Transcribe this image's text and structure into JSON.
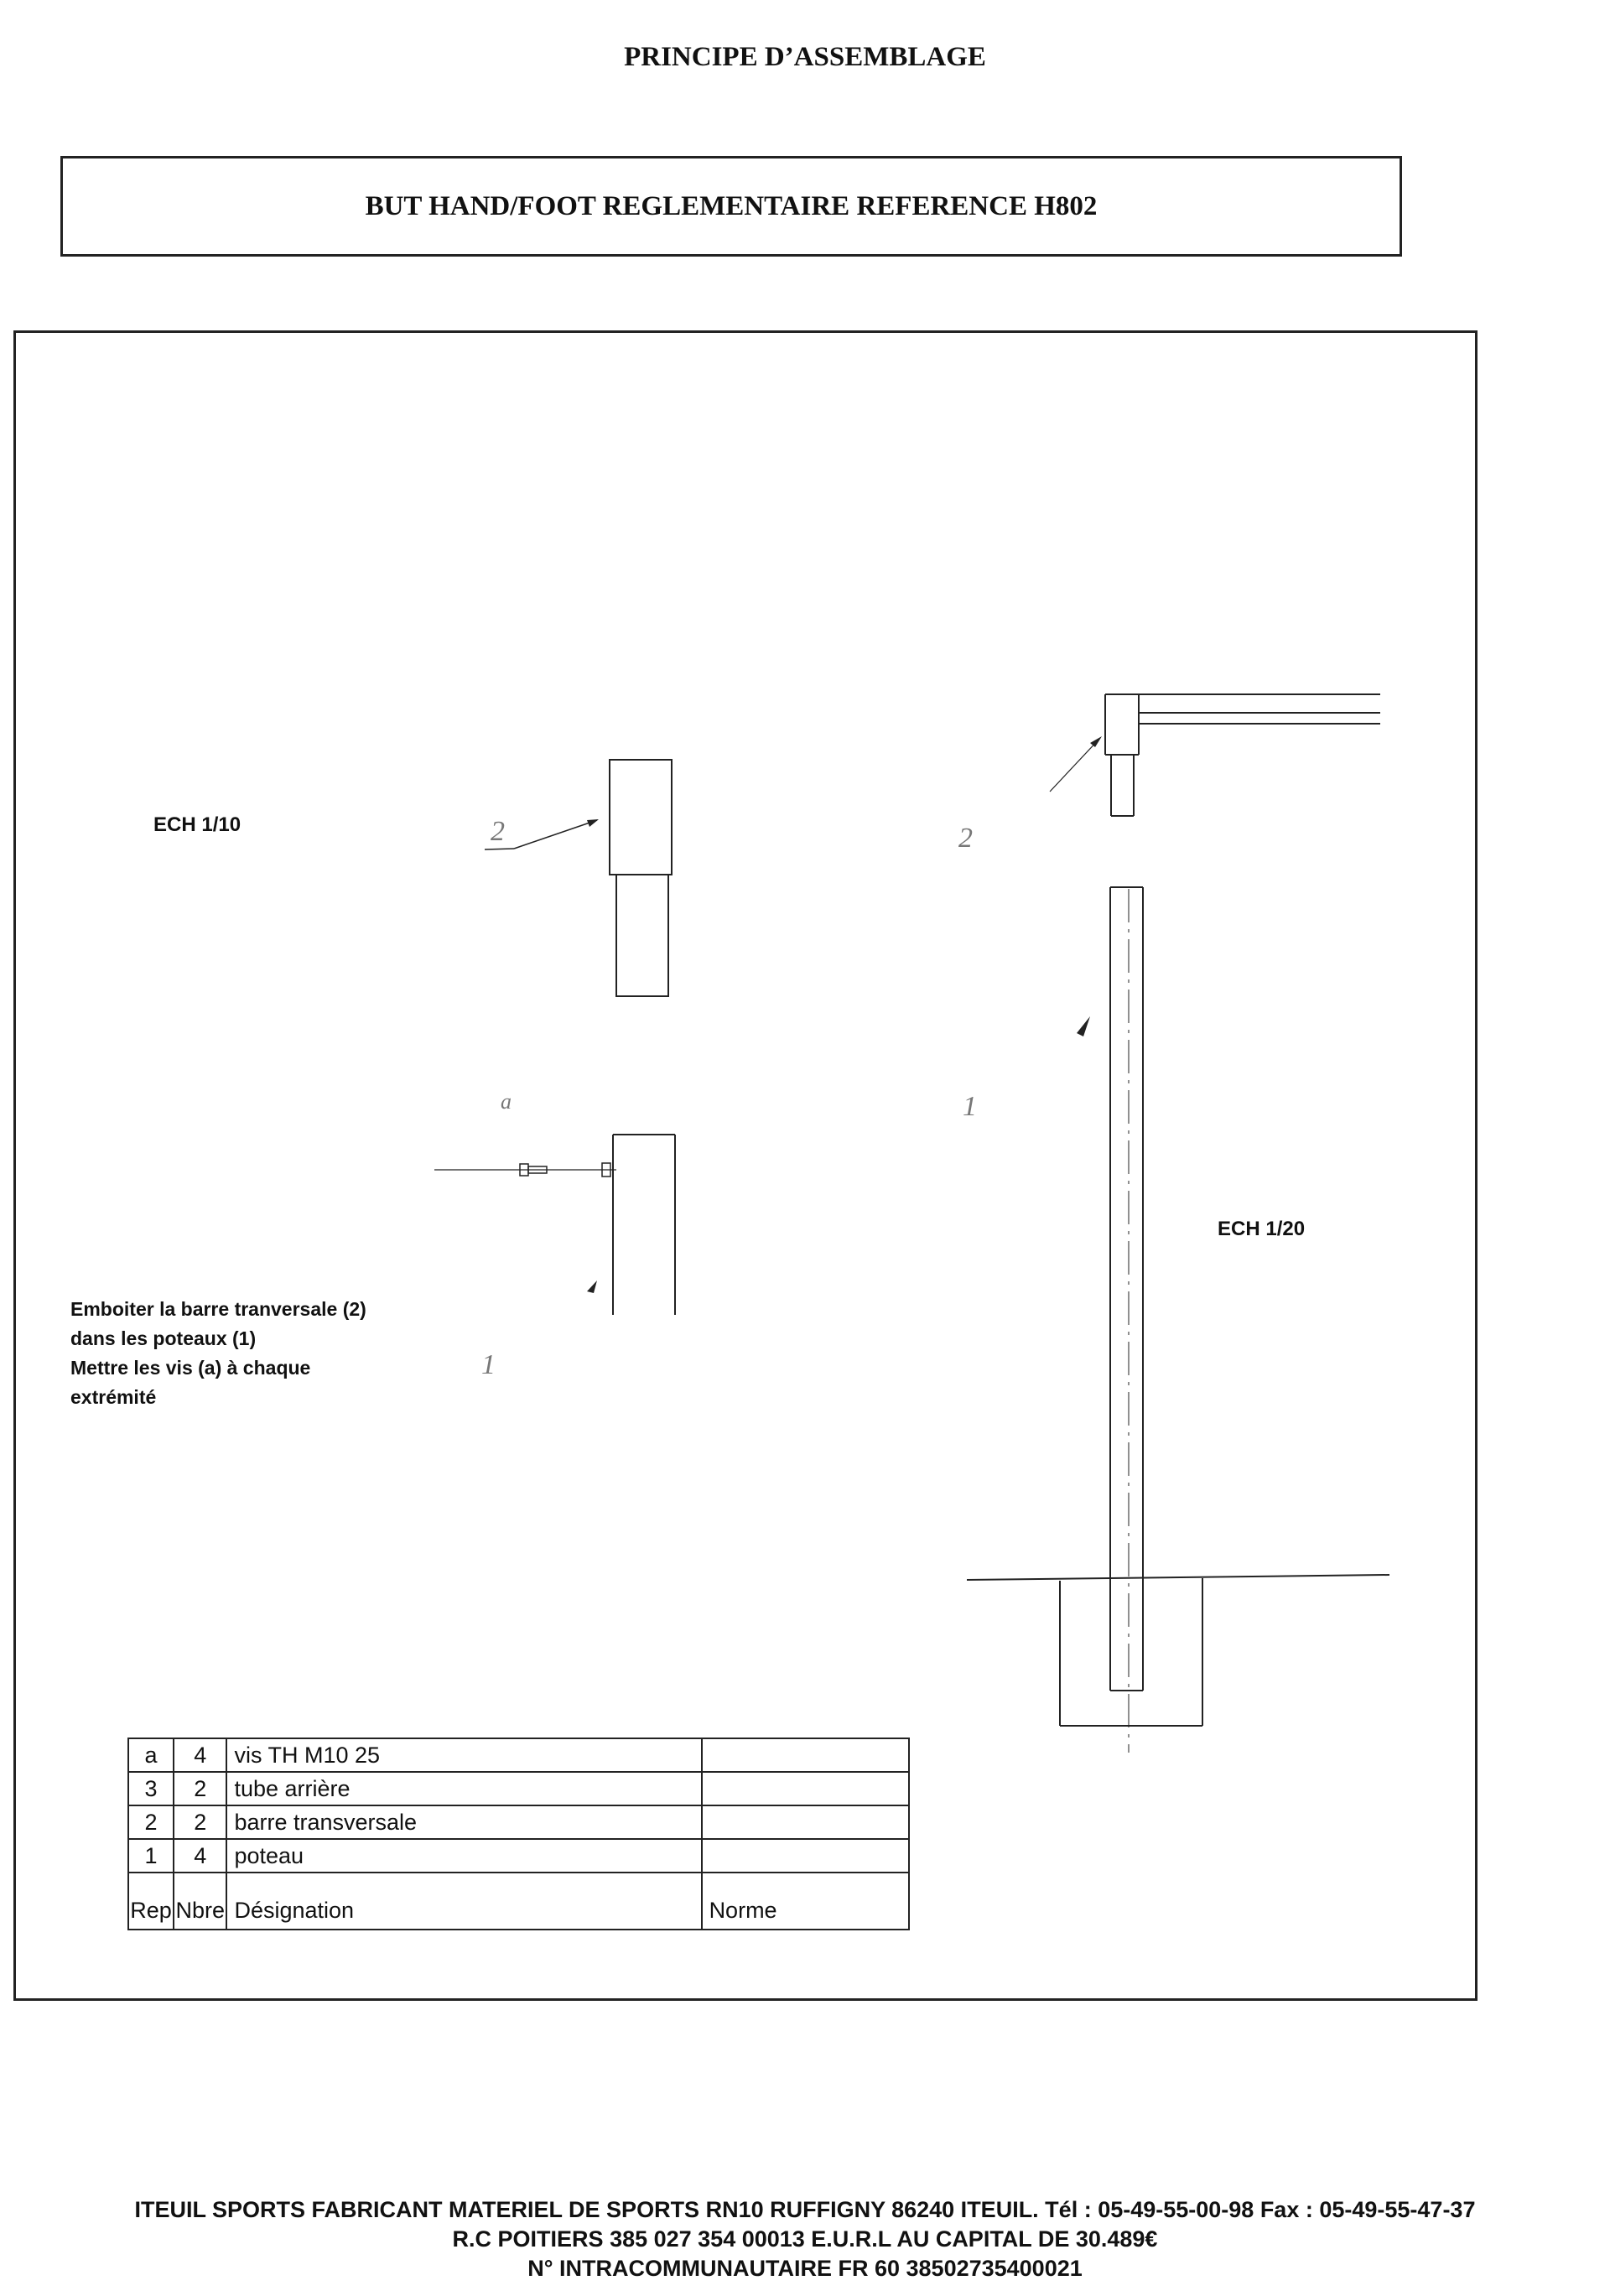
{
  "header": {
    "title": "PRINCIPE D’ASSEMBLAGE",
    "subtitle": "BUT HAND/FOOT REGLEMENTAIRE REFERENCE H802"
  },
  "drawing": {
    "scale_left": "ECH 1/10",
    "scale_right": "ECH 1/20",
    "callout_2_left": "2",
    "callout_2_right": "2",
    "callout_1_left": "1",
    "callout_1_right": "1",
    "callout_a": "a",
    "instructions": [
      "Emboiter la barre tranversale (2)",
      "dans les poteaux (1)",
      "Mettre les vis (a) à chaque",
      "extrémité"
    ]
  },
  "parts_table": {
    "rows": [
      {
        "rep": "a",
        "nbre": "4",
        "designation": "vis TH M10 25",
        "norme": ""
      },
      {
        "rep": "3",
        "nbre": "2",
        "designation": "tube arrière",
        "norme": ""
      },
      {
        "rep": "2",
        "nbre": "2",
        "designation": "barre transversale",
        "norme": ""
      },
      {
        "rep": "1",
        "nbre": "4",
        "designation": "poteau",
        "norme": ""
      }
    ],
    "header": {
      "rep": "Rep",
      "nbre": "Nbre",
      "designation": "Désignation",
      "norme": "Norme"
    }
  },
  "footer": {
    "line1": "ITEUIL SPORTS FABRICANT MATERIEL DE SPORTS RN10 RUFFIGNY 86240 ITEUIL. Tél : 05-49-55-00-98 Fax : 05-49-55-47-37",
    "line2": "R.C POITIERS 385 027 354 00013 E.U.R.L AU CAPITAL DE 30.489€",
    "line3": "N° INTRACOMMUNAUTAIRE FR 60 38502735400021"
  }
}
